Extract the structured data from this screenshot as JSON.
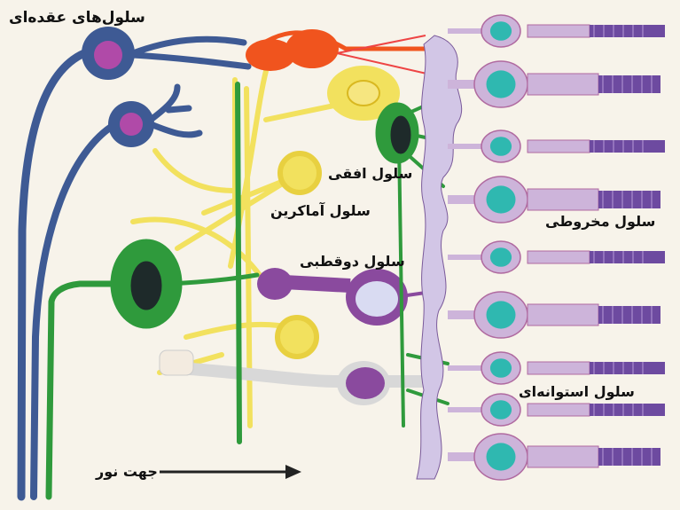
{
  "labels": {
    "ganglion": "سلول‌های عقده‌ای",
    "horizontal": "سلول افقی",
    "amacrine": "سلول آماکرین",
    "bipolar": "سلول دوقطبی",
    "cone": "سلول مخروطی",
    "rod": "سلول استوانه‌ای",
    "light": "جهت نور"
  },
  "colors": {
    "ganglion": "#3e5a94",
    "ganglion_nucleus": "#b04aa8",
    "horizontal": "#2f9a3c",
    "amacrine": "#f2e15e",
    "bipolar": "#8a4a9e",
    "bipolar_red": "#f0541e",
    "photoreceptor": "#cdb4da",
    "cone_nucleus": "#2fb8b0",
    "outer_segment": "#6d4aa0",
    "background": "#f7f3ea"
  }
}
